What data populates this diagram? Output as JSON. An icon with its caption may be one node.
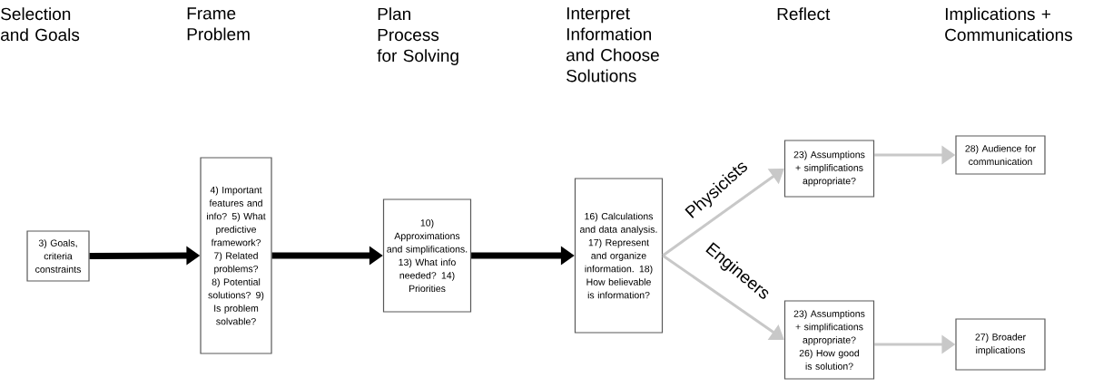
{
  "diagram": {
    "nodes": [
      {
        "text": [
          "3) Goals, criteria constraints"
        ]
      },
      {
        "text": [
          "4) Important features and info? 5) What predictive framework? 7) Related problems? 8) Potential solutions? 9) Is problem solvable?"
        ]
      },
      {
        "text": [
          "10) Approximations and simplifications. 13) What info needed? 14) Priorities"
        ]
      },
      {
        "text": [
          "16) Calculations and data analysis. 17) Represent and organize information. 18) How believable is information?"
        ]
      },
      {
        "text": [
          "23) Assumptions + simplifications appropriate?"
        ]
      },
      {
        "text": [
          "23) Assumptions + simplifications appropriate? 26) How good is solution?"
        ]
      },
      {
        "text": [
          "28) Audience for communication"
        ]
      },
      {
        "text": [
          "27) Broader implications"
        ]
      }
    ],
    "edges": [
      {
        "from": 0,
        "to": 1,
        "arrow": "to",
        "style": "thick",
        "color": "#000000"
      },
      {
        "from": 1,
        "to": 2,
        "arrow": "to",
        "style": "thick",
        "color": "#000000"
      },
      {
        "from": 2,
        "to": 3,
        "arrow": "to",
        "style": "thick",
        "color": "#000000"
      },
      {
        "from": 3,
        "to": 4,
        "arrow": "to",
        "label": "Physicists"
      },
      {
        "from": 3,
        "to": 5,
        "arrow": "to",
        "label": "Engineers"
      },
      {
        "from": 4,
        "to": 6,
        "arrow": "to"
      },
      {
        "from": 5,
        "to": 7,
        "arrow": "to"
      }
    ],
    "labels": [
      "Selection and Goals",
      "Frame Problem",
      "Plan Process for Solving",
      "Interpret Information and Choose Solutions",
      "Reflect",
      "Implications + Communications"
    ]
  }
}
